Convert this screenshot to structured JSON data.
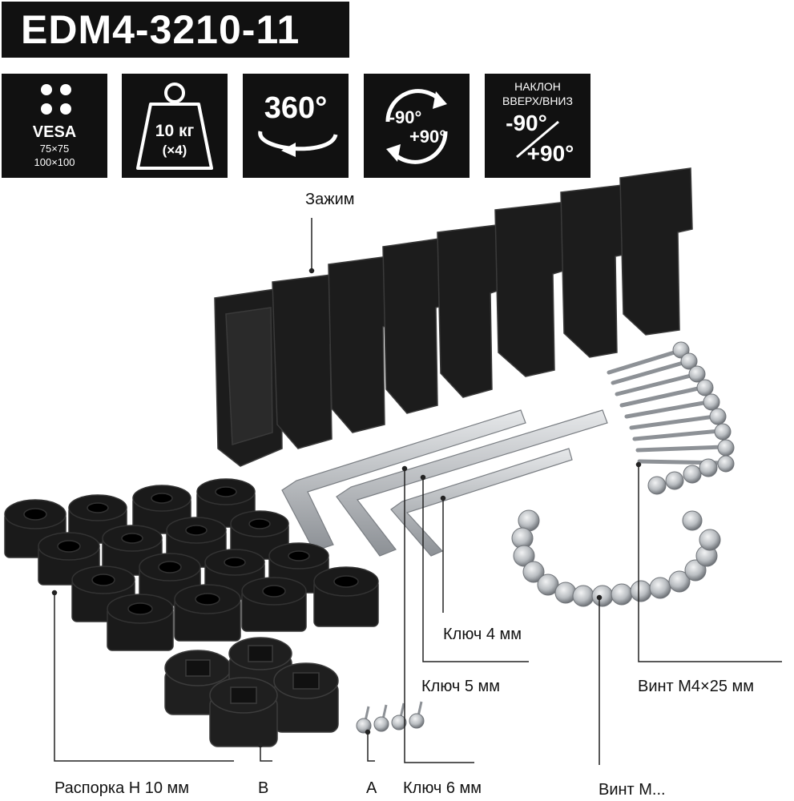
{
  "header": {
    "model": "EDM4-3210-11"
  },
  "badges": {
    "vesa": {
      "title": "VESA",
      "size1": "75×75",
      "size2": "100×100"
    },
    "weight": {
      "value": "10 кг",
      "count": "(×4)"
    },
    "rotate": {
      "value": "360°"
    },
    "tilt_side": {
      "neg": "-90°",
      "pos": "+90°"
    },
    "tilt_vert": {
      "line1": "НАКЛОН",
      "line2": "ВВЕРХ/ВНИЗ",
      "neg": "-90°",
      "pos": "+90°"
    }
  },
  "callouts": {
    "clamp": "Зажим",
    "key4": "Ключ 4 мм",
    "key5": "Ключ 5 мм",
    "screw_m4": "Винт M4×25 мм",
    "spacer": "Распорка H 10 мм",
    "b": "B",
    "a": "A",
    "key6": "Ключ 6 мм",
    "screw_m": "Винт M..."
  },
  "colors": {
    "badge_bg": "#111111",
    "text": "#111111",
    "parts": "#1a1a1a",
    "metal": "#b8bcc0"
  }
}
